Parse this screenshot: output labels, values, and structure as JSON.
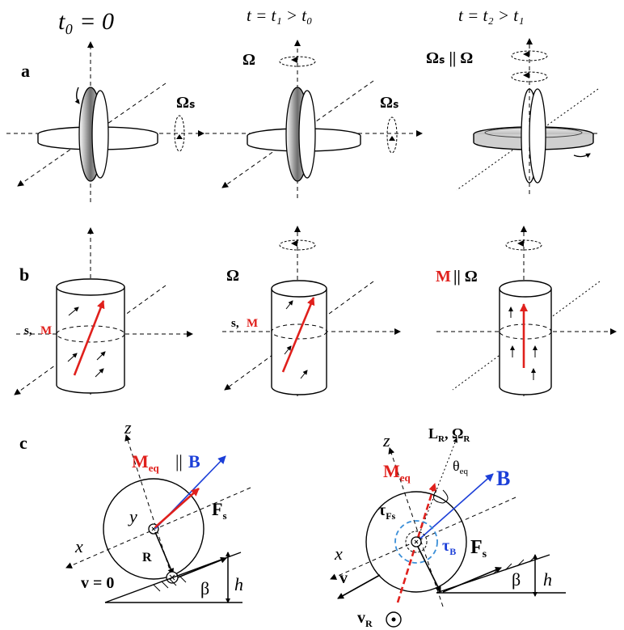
{
  "colors": {
    "red": "#e0201c",
    "blue": "#1c3fd8",
    "light_blue": "#3b8fd8",
    "black": "#000000"
  },
  "panels": {
    "a": "a",
    "b": "b",
    "c": "c"
  },
  "headers": {
    "t0": "t₀ = 0",
    "t1": "t = t₁ > t₀",
    "t2": "t = t₂ > t₁"
  },
  "row_a": {
    "omega_s_1": "Ωₛ",
    "omega": "Ω",
    "omega_s_2": "Ωₛ",
    "omega_s_par_omega": "Ωₛ || Ω"
  },
  "row_b": {
    "s_label": "s,",
    "m_label": "M",
    "omega": "Ω",
    "m_label_3": "M",
    "par_omega": "|| Ω",
    "s_label_2": "s,",
    "m_label_2": "M"
  },
  "row_c_left": {
    "z": "z",
    "x": "x",
    "y": "y",
    "meq": "M",
    "meq_sub": "eq",
    "par": "||",
    "b": "B",
    "fs": "F",
    "fs_sub": "s",
    "r": "R",
    "v": "v = 0",
    "beta": "β",
    "h": "h"
  },
  "row_c_right": {
    "z": "z",
    "x": "x",
    "lr": "L",
    "lr_sub": "R",
    "omega_r": "Ω",
    "omega_r_sub": "R",
    "meq": "M",
    "meq_sub": "eq",
    "theta": "θ",
    "theta_sub": "eq",
    "b": "B",
    "tau_fs": "τ",
    "tau_fs_sub": "Fs",
    "tau_b": "τ",
    "tau_b_sub": "B",
    "fs": "F",
    "fs_sub": "s",
    "v": "v",
    "vr": "v",
    "vr_sub": "R",
    "beta": "β",
    "h": "h"
  }
}
